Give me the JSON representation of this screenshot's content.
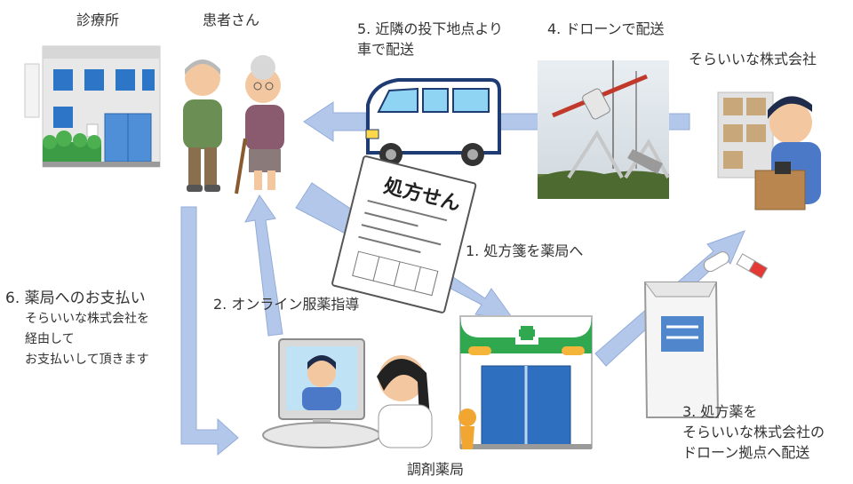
{
  "clinic": {
    "label": "診療所"
  },
  "patient": {
    "label": "患者さん"
  },
  "pharmacy": {
    "label": "調剤薬局"
  },
  "company": {
    "label": "そらいいな株式会社"
  },
  "paper": {
    "title": "処方せん"
  },
  "steps": {
    "s1": "1. 処方箋を薬局へ",
    "s2": "2. オンライン服薬指導",
    "s3": {
      "line1": "3. 処方薬を",
      "line2": "そらいいな株式会社の",
      "line3": "ドローン拠点へ配送"
    },
    "s4": "4. ドローンで配送",
    "s5": {
      "line1": "5. 近隣の投下地点より",
      "line2": "車で配送"
    },
    "s6": {
      "title": "6. 薬局へのお支払い",
      "line1": "そらいいな株式会社を",
      "line2": "経由して",
      "line3": "お支払いして頂きます"
    }
  },
  "colors": {
    "arrow": "#b3c7ea",
    "arrow_stroke": "#93acd8",
    "cross": "#2fa84f",
    "building_blue": "#2e6fbf"
  }
}
